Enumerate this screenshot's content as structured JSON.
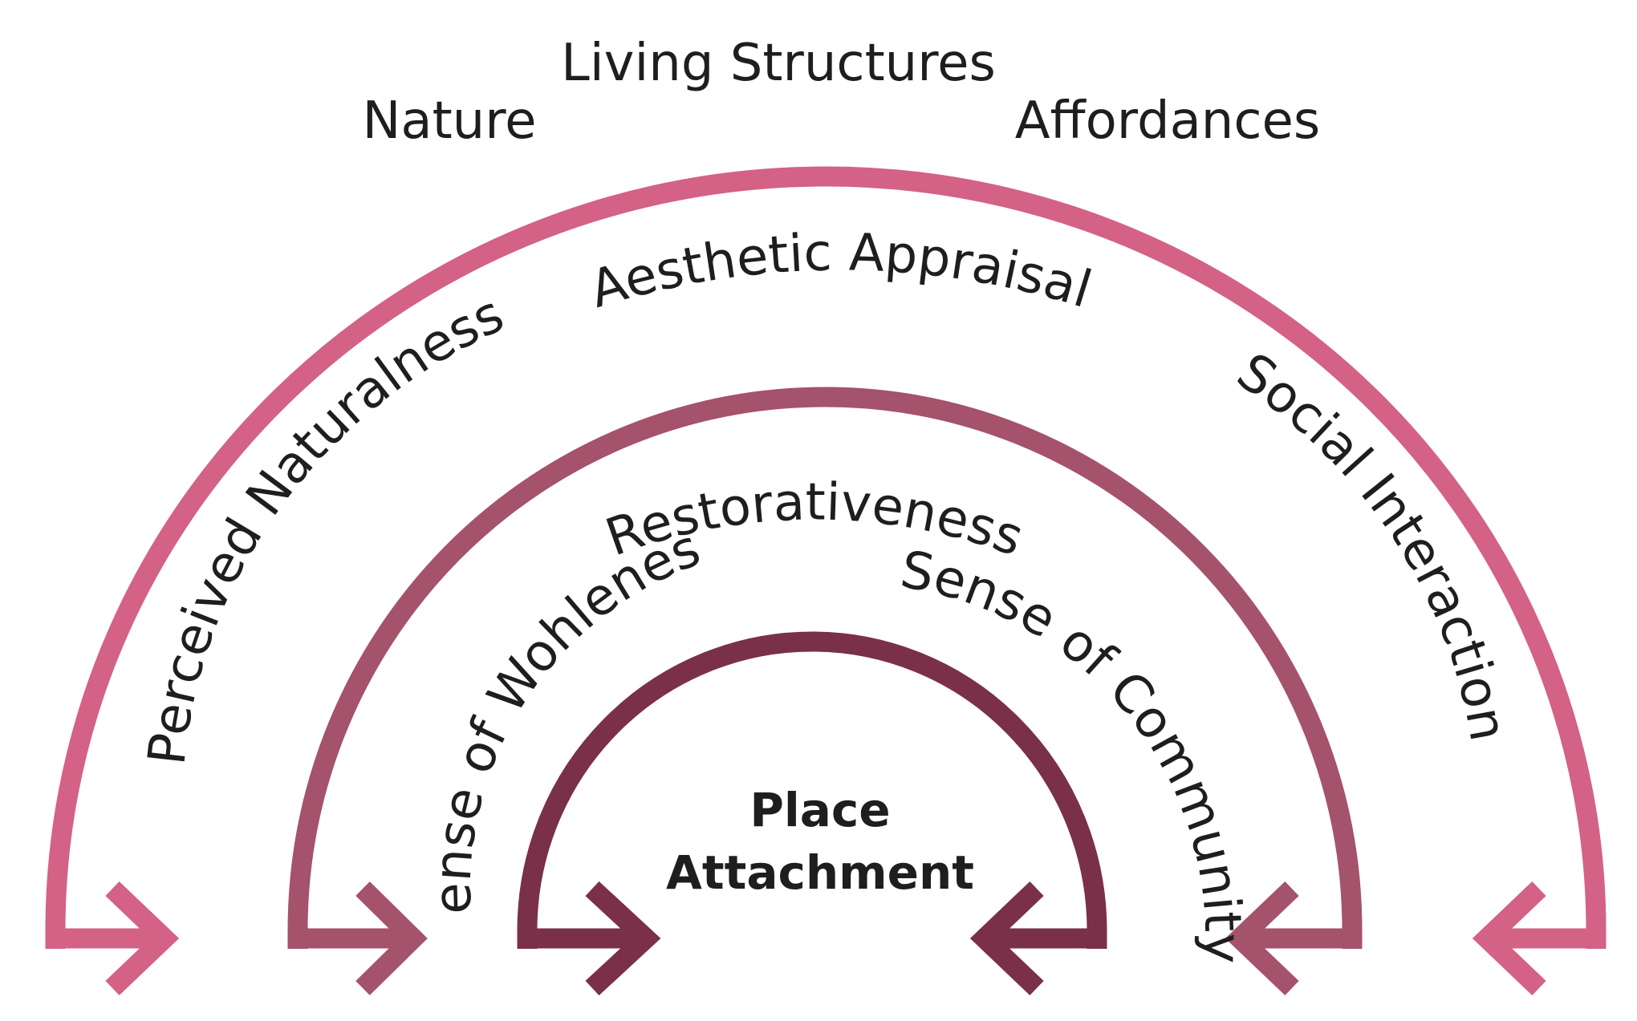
{
  "top_labels": {
    "left": "Nature",
    "center": "Living Structures",
    "right": "Affordances"
  },
  "outer_arc": {
    "color": "#d46186",
    "labels": {
      "left": "Perceived Naturalness",
      "top": "Aesthetic Appraisal",
      "right": "Social Interaction"
    }
  },
  "middle_arc": {
    "color": "#a5526c",
    "labels": {
      "top": "Restorativeness"
    }
  },
  "inner_arc": {
    "color": "#7a3049",
    "labels": {
      "left": "Sense of Wohleness",
      "right": "Sense of Community"
    }
  },
  "center": {
    "line1": "Place",
    "line2": "Attachment"
  }
}
